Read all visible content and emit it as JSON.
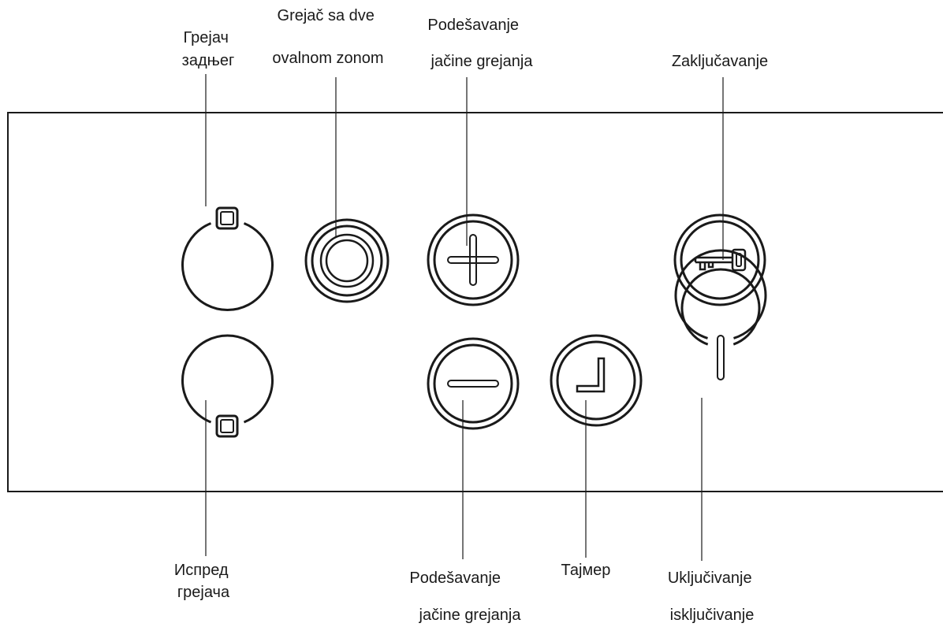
{
  "labels": {
    "rear_heater": [
      "Грејач",
      "задњег"
    ],
    "dual_zone": [
      "Grejač sa dve",
      "ovalnom zonom"
    ],
    "increase": [
      "Podešavanje",
      "jačine grejanja"
    ],
    "lock": [
      "Zaključavanje"
    ],
    "front_heater": [
      "Испред",
      "грејача"
    ],
    "decrease": [
      "Podešavanje",
      "jačine grejanja"
    ],
    "timer": [
      "Тајмер"
    ],
    "power": [
      "Uključivanje",
      "isključivanje"
    ]
  },
  "icons": {
    "rear_heater": "rear-heater-icon",
    "dual_zone": "dual-zone-icon",
    "increase": "plus-icon",
    "lock": "key-icon",
    "front_heater": "front-heater-icon",
    "decrease": "minus-icon",
    "timer": "clock-icon",
    "power": "power-icon"
  }
}
